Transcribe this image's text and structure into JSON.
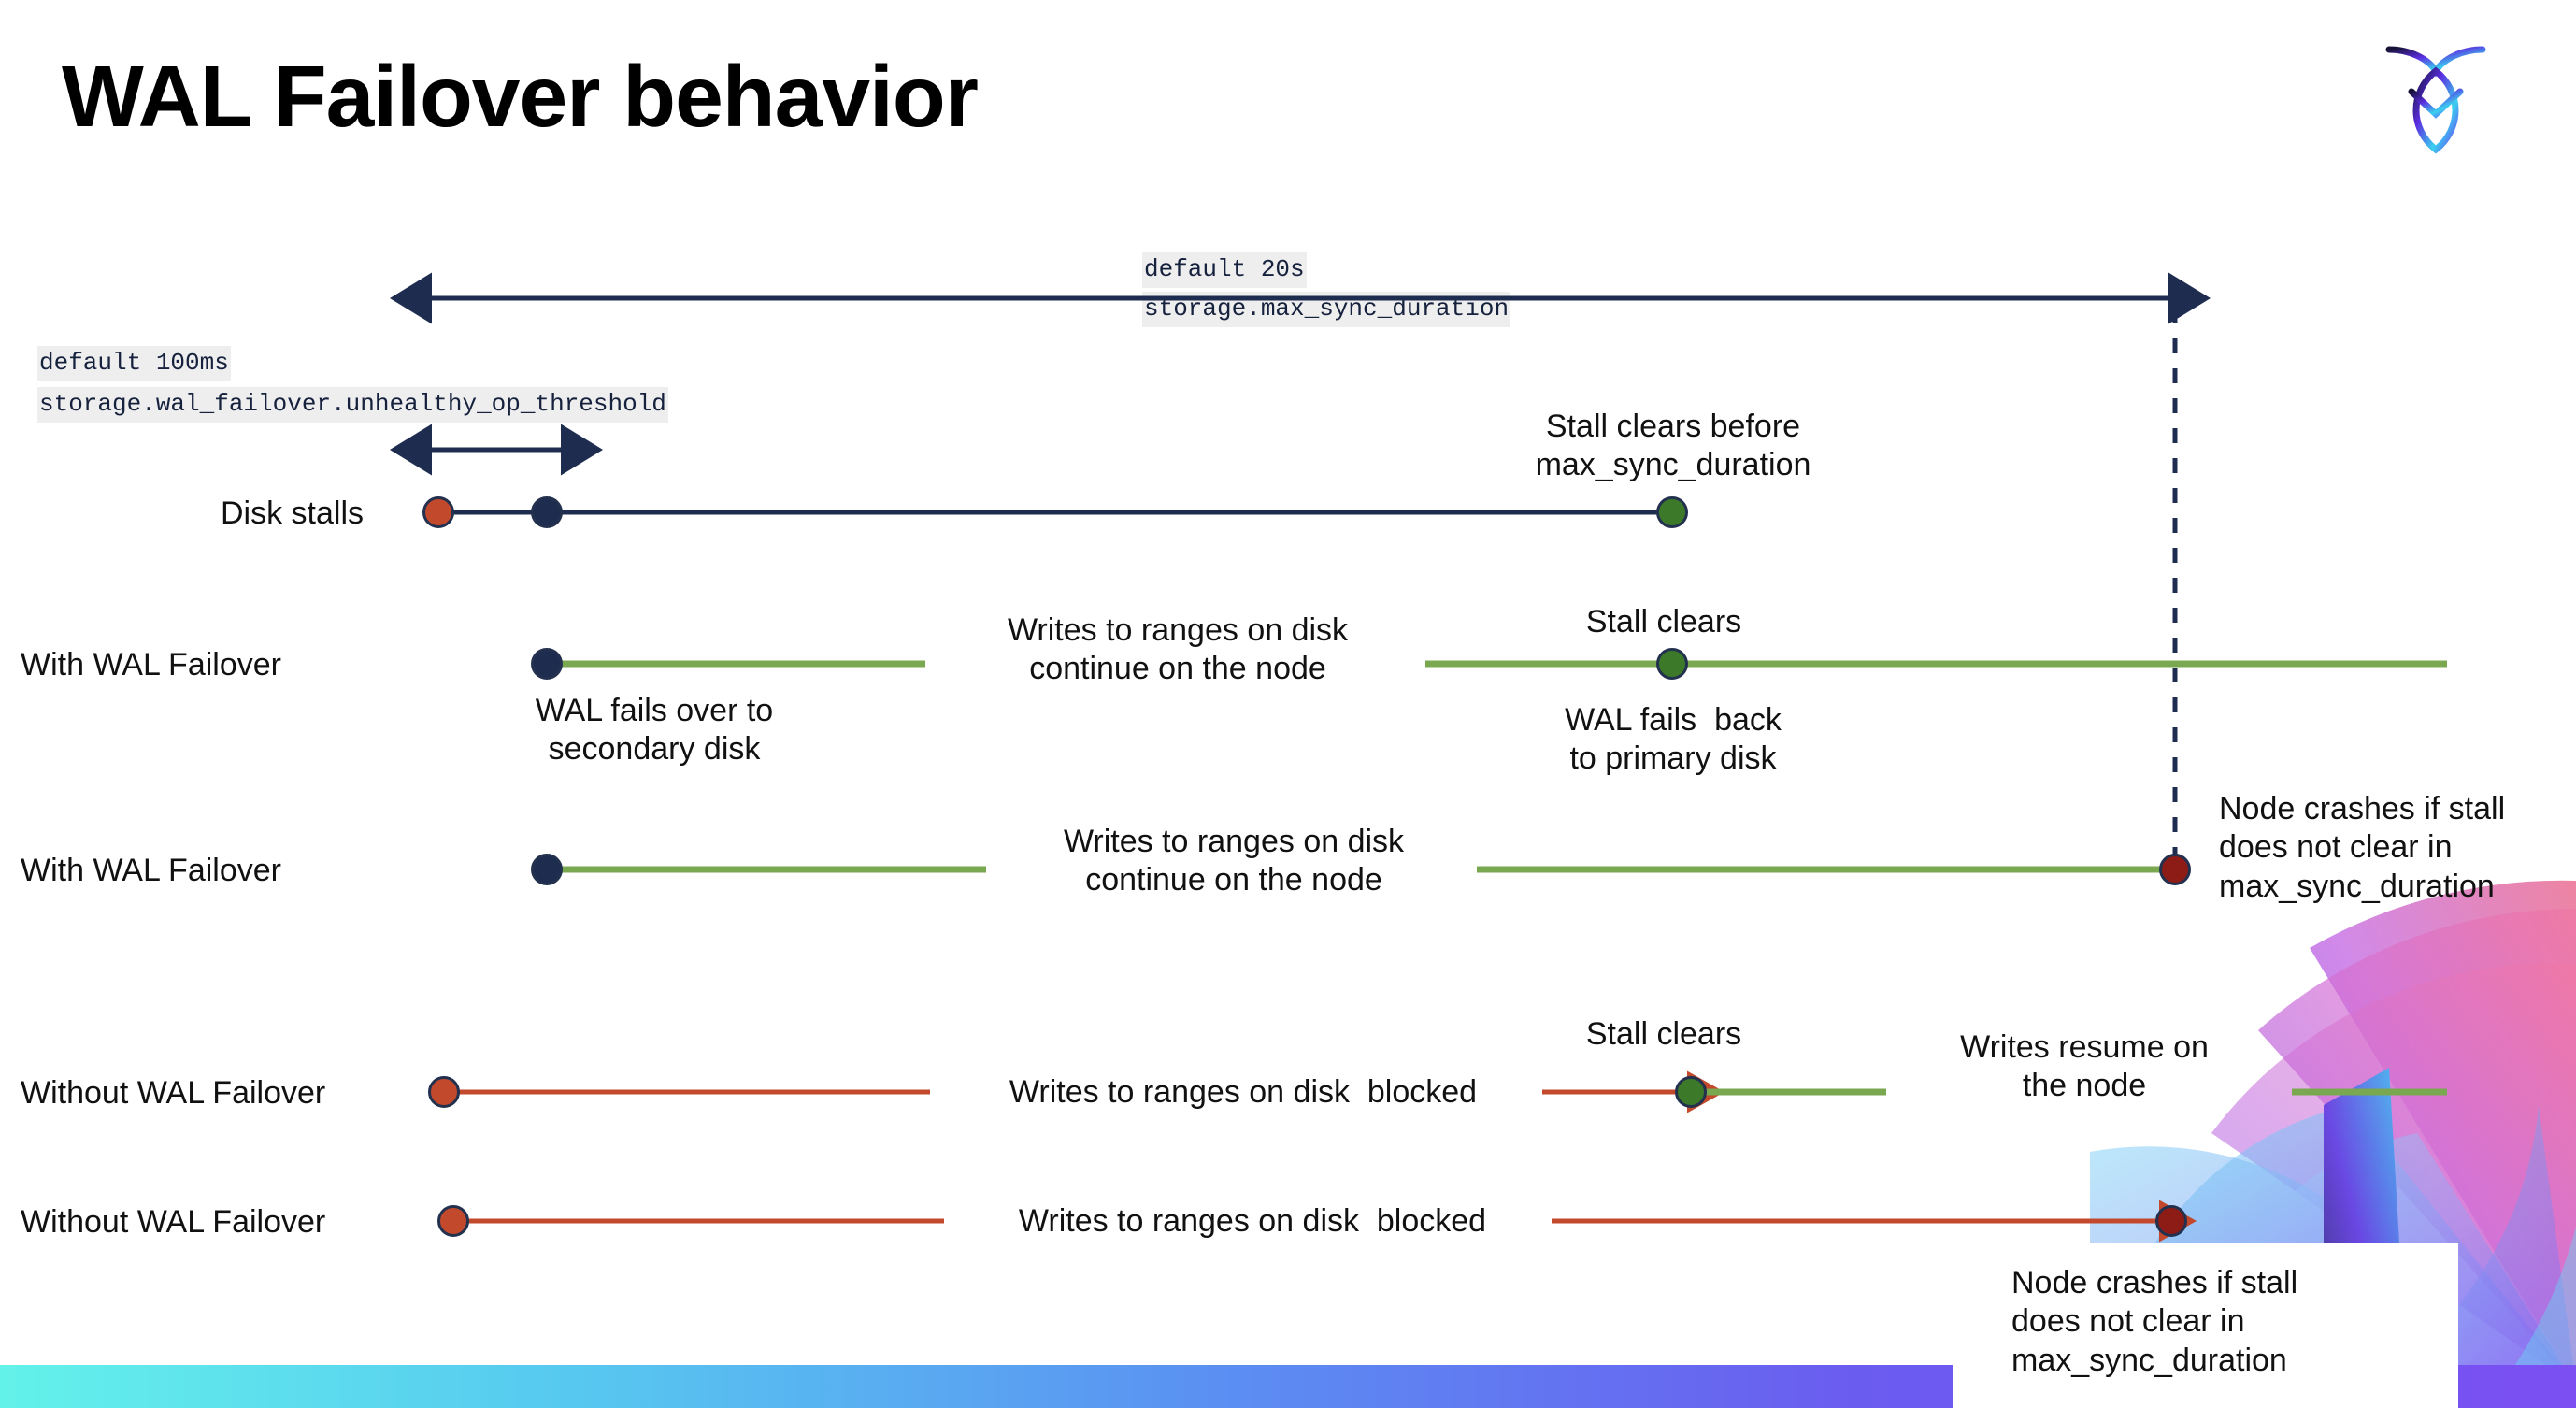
{
  "slide": {
    "title": "WAL Failover behavior",
    "logo_name": "cockroachdb-logo"
  },
  "colors": {
    "navy": "#1e2c4f",
    "orange": "#c2492c",
    "green_line": "#7aa851",
    "green_dot": "#3c7a2a",
    "dark_red": "#8d1c17",
    "code_bg": "#eeeeee",
    "bottom_bar_from": "#63f2ea",
    "bottom_bar_to": "#7b4ff2"
  },
  "annotations": {
    "max_sync": {
      "line1": "default 20s",
      "line2": "storage.max_sync_duration"
    },
    "unhealthy_op": {
      "line1": "default 100ms",
      "line2": "storage.wal_failover.unhealthy_op_threshold"
    }
  },
  "rows": [
    {
      "id": "disk-stalls",
      "label": "Disk stalls",
      "notes": [
        {
          "id": "stall-clears-before",
          "text": "Stall clears before\nmax_sync_duration"
        }
      ]
    },
    {
      "id": "with-wal-failover-1",
      "label": "With WAL Failover",
      "notes": [
        {
          "id": "writes-continue-1",
          "text": "Writes to ranges on disk\ncontinue on the node"
        },
        {
          "id": "wal-fails-over",
          "text": "WAL fails over to\nsecondary disk"
        },
        {
          "id": "stall-clears-1",
          "text": "Stall clears"
        },
        {
          "id": "wal-fails-back",
          "text": "WAL fails  back\nto primary disk"
        }
      ]
    },
    {
      "id": "with-wal-failover-2",
      "label": "With WAL Failover",
      "notes": [
        {
          "id": "writes-continue-2",
          "text": "Writes to ranges on disk\ncontinue on the node"
        },
        {
          "id": "node-crashes-1",
          "text": "Node crashes if stall\ndoes not clear in\nmax_sync_duration"
        }
      ]
    },
    {
      "id": "without-wal-failover-1",
      "label": "Without WAL Failover",
      "notes": [
        {
          "id": "writes-blocked-1",
          "text": "Writes to ranges on disk  blocked"
        },
        {
          "id": "stall-clears-2",
          "text": "Stall clears"
        },
        {
          "id": "writes-resume",
          "text": "Writes resume on\nthe node"
        }
      ]
    },
    {
      "id": "without-wal-failover-2",
      "label": "Without WAL Failover",
      "notes": [
        {
          "id": "writes-blocked-2",
          "text": "Writes to ranges on disk  blocked"
        },
        {
          "id": "node-crashes-2",
          "text": "Node crashes if stall\ndoes not clear in\nmax_sync_duration"
        }
      ]
    }
  ]
}
